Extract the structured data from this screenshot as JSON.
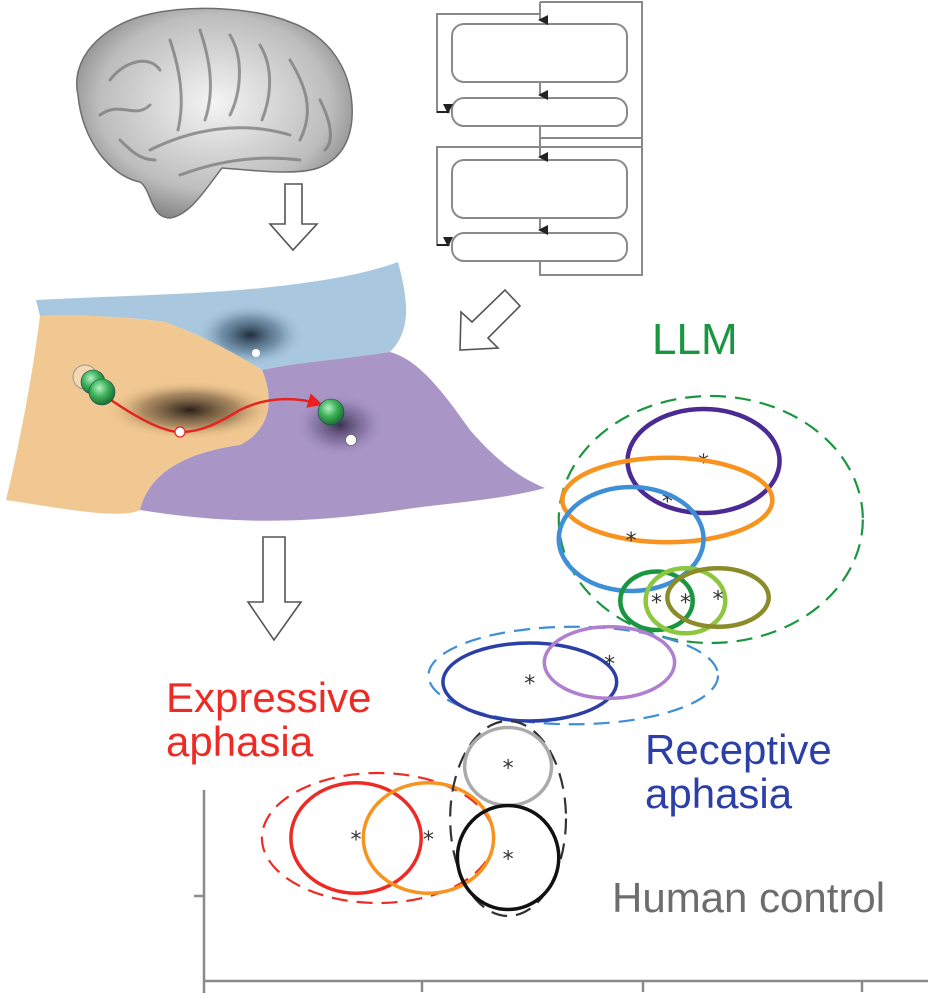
{
  "figure": {
    "panels": {
      "brain": {
        "icon": "brain-cortex-icon"
      },
      "flowchart": {
        "icon": "loop-flowchart-icon",
        "block_count": 4
      },
      "energy_landscape": {
        "regions": [
          {
            "name": "region-blue",
            "color": "#a9c8df"
          },
          {
            "name": "region-tan",
            "color": "#f1c891"
          },
          {
            "name": "region-purple",
            "color": "#a996c7"
          }
        ],
        "markers": {
          "state_color": "#3cb35a",
          "path_color": "#e8231f"
        }
      }
    },
    "arrows": [
      "down-arrow-brain",
      "diagonal-arrow-flowchart",
      "down-arrow-landscape"
    ],
    "groups": {
      "llm": {
        "label": "LLM",
        "color": "#1a9641"
      },
      "expressive": {
        "label_line1": "Expressive",
        "label_line2": "aphasia",
        "color": "#ee2a24"
      },
      "receptive": {
        "label_line1": "Receptive",
        "label_line2": "aphasia",
        "color": "#2b3fa6"
      },
      "human": {
        "label": "Human control",
        "color": "#6d6d6d"
      }
    }
  },
  "chart_data": {
    "type": "scatter",
    "title": "",
    "xlabel": "",
    "ylabel": "",
    "xticks": 4,
    "yticks": 1,
    "note": "Ellipses show distribution per model/participant; asterisk marks centroid. Units unlabeled (relative 0-100 data space).",
    "xlim": [
      0,
      100
    ],
    "ylim": [
      0,
      100
    ],
    "groups": [
      {
        "name": "LLM",
        "color": "#1a9641",
        "boundary": {
          "cx": 70,
          "cy": 71,
          "rx": 21,
          "ry": 19
        },
        "members": [
          {
            "color": "#4b2a93",
            "cx": 69,
            "cy": 80,
            "rx": 10.5,
            "ry": 8
          },
          {
            "color": "#f7931e",
            "cx": 64,
            "cy": 74,
            "rx": 14.5,
            "ry": 6.5
          },
          {
            "color": "#3f8fd6",
            "cx": 59,
            "cy": 68,
            "rx": 10,
            "ry": 8
          },
          {
            "color": "#1a9641",
            "cx": 62.5,
            "cy": 58.5,
            "rx": 5,
            "ry": 4.5
          },
          {
            "color": "#8dc63f",
            "cx": 66.5,
            "cy": 58.5,
            "rx": 5.5,
            "ry": 5
          },
          {
            "color": "#8b8b2a",
            "cx": 71,
            "cy": 59,
            "rx": 7,
            "ry": 4.5
          }
        ]
      },
      {
        "name": "Receptive aphasia",
        "color": "#3f8fd6",
        "boundary": {
          "cx": 51,
          "cy": 47,
          "rx": 20,
          "ry": 7.5
        },
        "members": [
          {
            "color": "#2b3fa6",
            "cx": 45,
            "cy": 46,
            "rx": 12,
            "ry": 6
          },
          {
            "color": "#b07fd0",
            "cx": 56,
            "cy": 49,
            "rx": 9,
            "ry": 5.5
          }
        ]
      },
      {
        "name": "Expressive aphasia",
        "color": "#ee2a24",
        "boundary": {
          "cx": 24,
          "cy": 22,
          "rx": 16,
          "ry": 10
        },
        "members": [
          {
            "color": "#ee2a24",
            "cx": 21,
            "cy": 22,
            "rx": 9,
            "ry": 8.5
          },
          {
            "color": "#f7931e",
            "cx": 31,
            "cy": 22,
            "rx": 9,
            "ry": 8.5
          }
        ]
      },
      {
        "name": "Human control",
        "color": "#333333",
        "boundary": {
          "cx": 42,
          "cy": 25,
          "rx": 8,
          "ry": 15
        },
        "members": [
          {
            "color": "#aaaaaa",
            "cx": 42,
            "cy": 33,
            "rx": 6,
            "ry": 6
          },
          {
            "color": "#111111",
            "cx": 42,
            "cy": 19,
            "rx": 7,
            "ry": 8
          }
        ]
      }
    ]
  }
}
